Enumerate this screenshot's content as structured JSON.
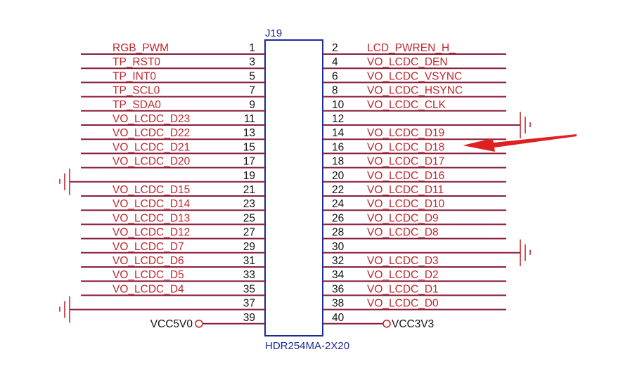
{
  "component": {
    "designator": "J19",
    "part": "HDR254MA-2X20"
  },
  "left_pins": [
    {
      "pin": "1",
      "net": "RGB_PWM"
    },
    {
      "pin": "3",
      "net": "TP_RST0"
    },
    {
      "pin": "5",
      "net": "TP_INT0"
    },
    {
      "pin": "7",
      "net": "TP_SCL0"
    },
    {
      "pin": "9",
      "net": "TP_SDA0"
    },
    {
      "pin": "11",
      "net": "VO_LCDC_D23"
    },
    {
      "pin": "13",
      "net": "VO_LCDC_D22"
    },
    {
      "pin": "15",
      "net": "VO_LCDC_D21"
    },
    {
      "pin": "17",
      "net": "VO_LCDC_D20"
    },
    {
      "pin": "19",
      "net": "",
      "ground": true
    },
    {
      "pin": "21",
      "net": "VO_LCDC_D15"
    },
    {
      "pin": "23",
      "net": "VO_LCDC_D14"
    },
    {
      "pin": "25",
      "net": "VO_LCDC_D13"
    },
    {
      "pin": "27",
      "net": "VO_LCDC_D12"
    },
    {
      "pin": "29",
      "net": "VO_LCDC_D7"
    },
    {
      "pin": "31",
      "net": "VO_LCDC_D6"
    },
    {
      "pin": "33",
      "net": "VO_LCDC_D5"
    },
    {
      "pin": "35",
      "net": "VO_LCDC_D4"
    },
    {
      "pin": "37",
      "net": "",
      "ground": true
    },
    {
      "pin": "39",
      "net": "VCC5V0",
      "power": true
    }
  ],
  "right_pins": [
    {
      "pin": "2",
      "net": "LCD_PWREN_H_"
    },
    {
      "pin": "4",
      "net": "VO_LCDC_DEN"
    },
    {
      "pin": "6",
      "net": "VO_LCDC_VSYNC"
    },
    {
      "pin": "8",
      "net": "VO_LCDC_HSYNC"
    },
    {
      "pin": "10",
      "net": "VO_LCDC_CLK"
    },
    {
      "pin": "12",
      "net": "",
      "ground": true
    },
    {
      "pin": "14",
      "net": "VO_LCDC_D19"
    },
    {
      "pin": "16",
      "net": "VO_LCDC_D18",
      "highlighted": true
    },
    {
      "pin": "18",
      "net": "VO_LCDC_D17"
    },
    {
      "pin": "20",
      "net": "VO_LCDC_D16"
    },
    {
      "pin": "22",
      "net": "VO_LCDC_D11"
    },
    {
      "pin": "24",
      "net": "VO_LCDC_D10"
    },
    {
      "pin": "26",
      "net": "VO_LCDC_D9"
    },
    {
      "pin": "28",
      "net": "VO_LCDC_D8"
    },
    {
      "pin": "30",
      "net": "",
      "ground": true
    },
    {
      "pin": "32",
      "net": "VO_LCDC_D3"
    },
    {
      "pin": "34",
      "net": "VO_LCDC_D2"
    },
    {
      "pin": "36",
      "net": "VO_LCDC_D1"
    },
    {
      "pin": "38",
      "net": "VO_LCDC_D0"
    },
    {
      "pin": "40",
      "net": "VCC3V3",
      "power": true
    }
  ],
  "colors": {
    "net": "#c0272d",
    "wire": "#8a1f3a",
    "component": "#1a2a9a",
    "arrow": "#e02020"
  }
}
